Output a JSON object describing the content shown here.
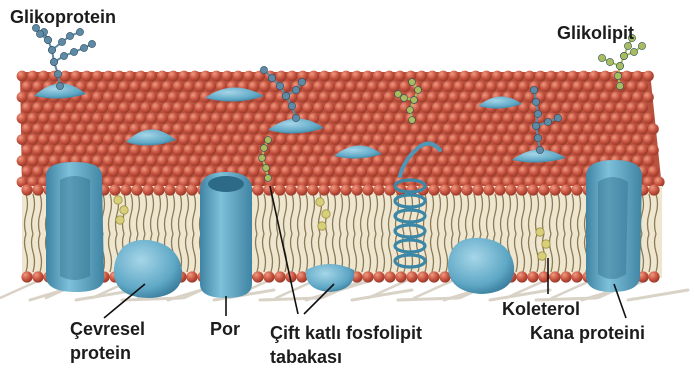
{
  "labels": {
    "glycoprotein": "Glikoprotein",
    "glycolipid": "Glikolipit",
    "peripheral_protein_line1": "Çevresel",
    "peripheral_protein_line2": "protein",
    "pore": "Por",
    "bilayer_line1": "Çift katlı fosfolipit",
    "bilayer_line2": "tabakası",
    "cholesterol": "Koleterol",
    "channel_protein": "Kana proteini"
  },
  "colors": {
    "phospholipid_head": "#c0503f",
    "phospholipid_head_highlight": "#e07a63",
    "lipid_tail": "#8a7a58",
    "protein": "#5fa8c6",
    "protein_dark": "#3f84a3",
    "protein_light": "#9fd0e2",
    "sugar_chain_blue": "#5e8aa5",
    "sugar_chain_green": "#a9bd5e",
    "cholesterol": "#d8cf7a",
    "filament": "#d9d2c6",
    "leader_line": "#111111"
  }
}
